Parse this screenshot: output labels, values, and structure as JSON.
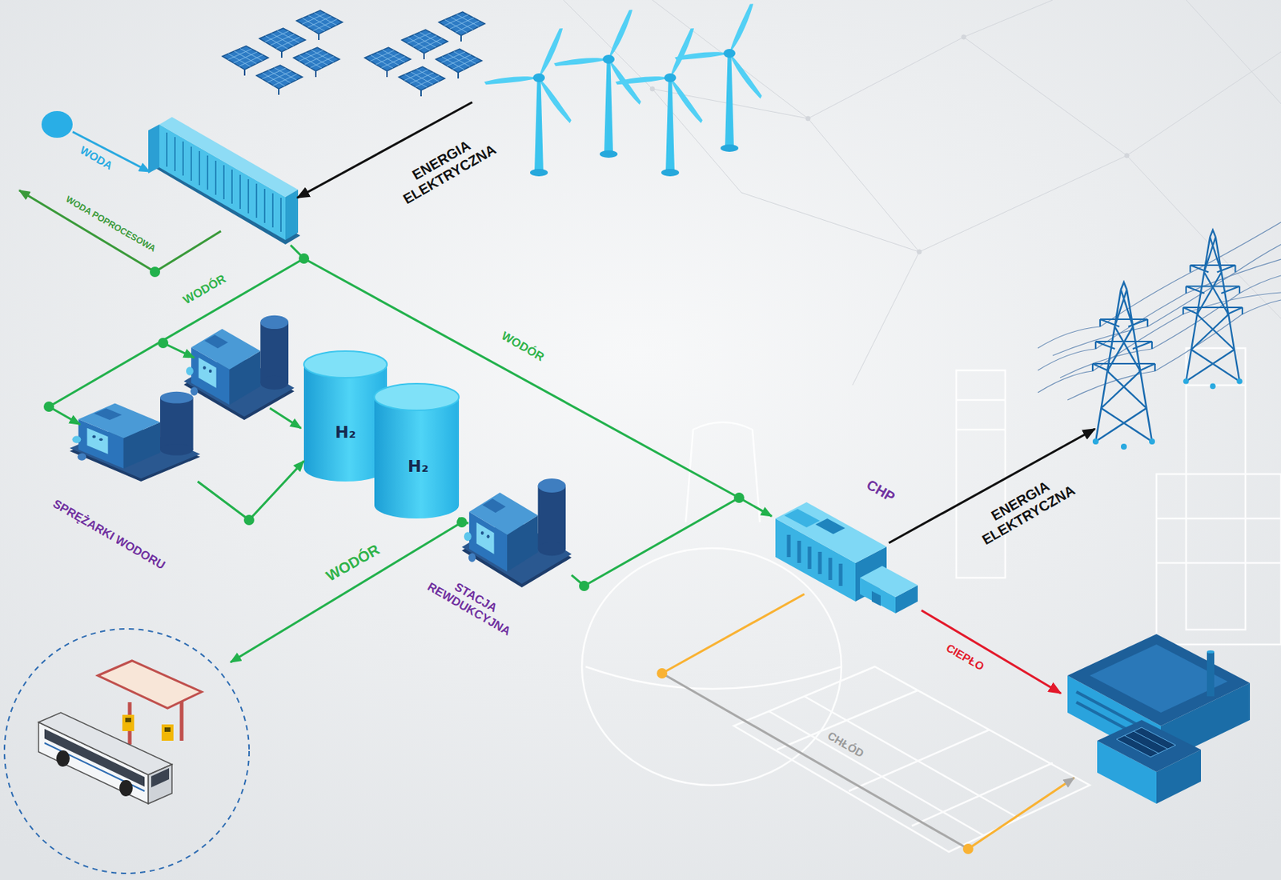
{
  "diagram": {
    "nodes": [
      {
        "text": [
          "SPRĘŻARKI WODORU"
        ]
      },
      {
        "text": [
          "H₂"
        ]
      },
      {
        "text": [
          "H₂"
        ]
      },
      {
        "text": [
          "STACJA REWDUKCYJNA"
        ]
      },
      {
        "text": [
          "CHP"
        ]
      }
    ],
    "edges": [
      {
        "from": 0,
        "to": 1,
        "arrow": "to"
      },
      {
        "from": 2,
        "to": 3,
        "arrow": "none"
      },
      {
        "from": 3,
        "to": 4,
        "arrow": "to"
      }
    ],
    "labels": [
      "WODA",
      "ENERGIA ELEKTRYCZNA",
      "WODA POPROCESOWA",
      "WODÓR",
      "WODÓR",
      "WODÓR",
      "ENERGIA ELEKTRYCZNA",
      "CIEPŁO",
      "CHŁÓD"
    ]
  }
}
